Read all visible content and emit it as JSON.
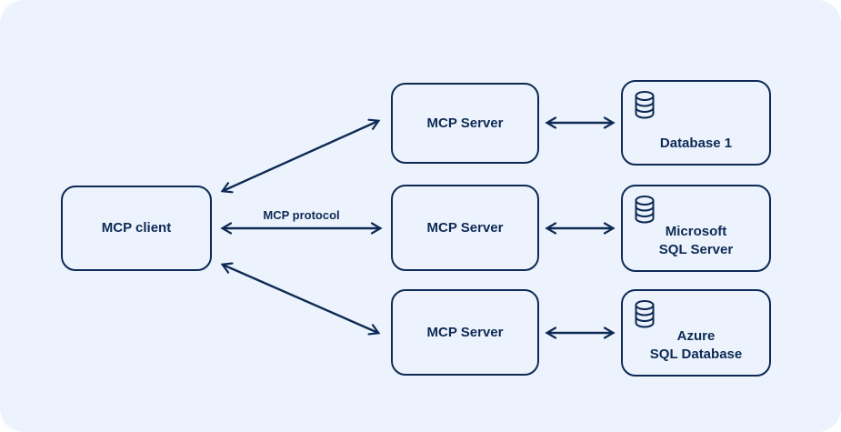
{
  "diagram": {
    "colors": {
      "page_background": "#ffffff",
      "canvas_background": "#edf3fc",
      "stroke": "#0d2a55",
      "text": "#0d2a55"
    },
    "client": {
      "label": "MCP client"
    },
    "protocol_label": "MCP protocol",
    "servers": [
      {
        "label": "MCP Server"
      },
      {
        "label": "MCP Server"
      },
      {
        "label": "MCP Server"
      }
    ],
    "databases": [
      {
        "icon": "database-icon",
        "label": "Database 1"
      },
      {
        "icon": "database-icon",
        "label": "Microsoft\nSQL Server"
      },
      {
        "icon": "database-icon",
        "label": "Azure\nSQL Database"
      }
    ]
  }
}
